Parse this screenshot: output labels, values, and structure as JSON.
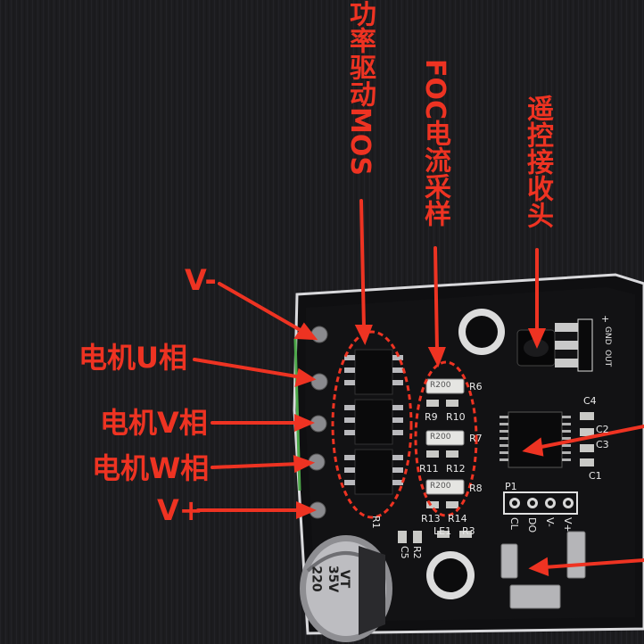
{
  "labels": {
    "v_minus": "V-",
    "motor_u": "电机U相",
    "motor_v": "电机V相",
    "motor_w": "电机W相",
    "v_plus": "V+",
    "power_mos": "功率驱动MOS",
    "foc_sampling": "FOC电流采样",
    "remote_receiver": "遥控接收头"
  },
  "silkscreen": {
    "r6": "R6",
    "r9": "R9",
    "r10": "R10",
    "r7": "R7",
    "r11": "R11",
    "r12": "R12",
    "r8": "R8",
    "r13": "R13",
    "r14": "R14",
    "le1": "LE1",
    "r3": "R3",
    "r1": "R1",
    "r2": "R2",
    "c5": "C5",
    "c4": "C4",
    "c2": "C2",
    "c3": "C3",
    "c1": "C1",
    "p1": "P1",
    "cl": "CL",
    "do": "DO",
    "pin_vminus": "V-",
    "pin_vplus": "V+",
    "ir_out": "OUT",
    "ir_gnd": "GND",
    "ir_plus": "+",
    "shunt": "R200",
    "cap_value": "220",
    "cap_voltage": "35V",
    "cap_type": "VT"
  },
  "colors": {
    "annotation": "#ee3322",
    "pcb": "#111113",
    "surface": "#1f1f22"
  }
}
